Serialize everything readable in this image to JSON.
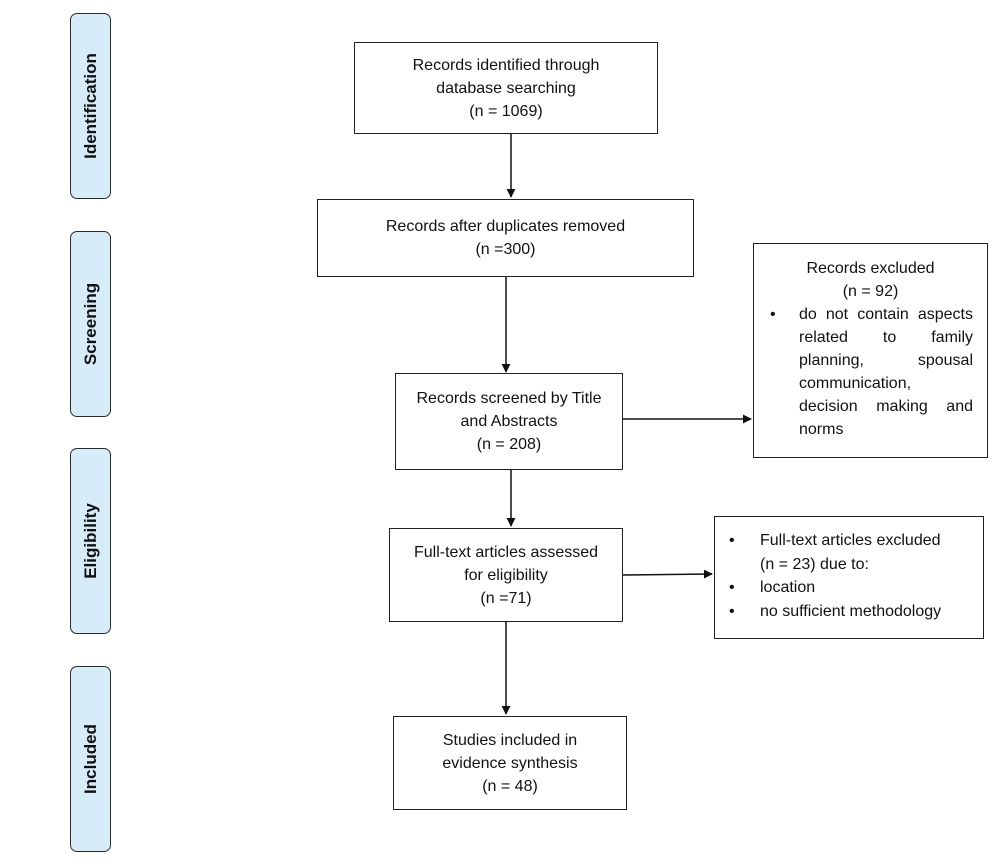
{
  "stages": {
    "identification": "Identification",
    "screening": "Screening",
    "eligibility": "Eligibility",
    "included": "Included"
  },
  "boxes": {
    "identified": {
      "line1": "Records identified through",
      "line2": "database searching",
      "line3": "(n = 1069)"
    },
    "after_duplicates": {
      "line1": "Records after duplicates removed",
      "line2": "(n =300)"
    },
    "screened": {
      "line1": "Records screened by Title",
      "line2": "and Abstracts",
      "line3": "(n = 208)"
    },
    "full_text": {
      "line1": "Full-text articles assessed",
      "line2": "for eligibility",
      "line3": "(n =71)"
    },
    "included": {
      "line1": "Studies included in",
      "line2": "evidence synthesis",
      "line3": "(n = 48)"
    }
  },
  "excluded_records": {
    "title": "Records excluded",
    "count": "(n = 92)",
    "bullet": "•",
    "reason": "do not contain aspects related to family planning, spousal communication, decision making and norms"
  },
  "excluded_full_text": {
    "bullet": "•",
    "item1_line1": "Full-text articles excluded",
    "item1_line2": "(n = 23) due to:",
    "item2": "location",
    "item3": "no sufficient methodology"
  }
}
